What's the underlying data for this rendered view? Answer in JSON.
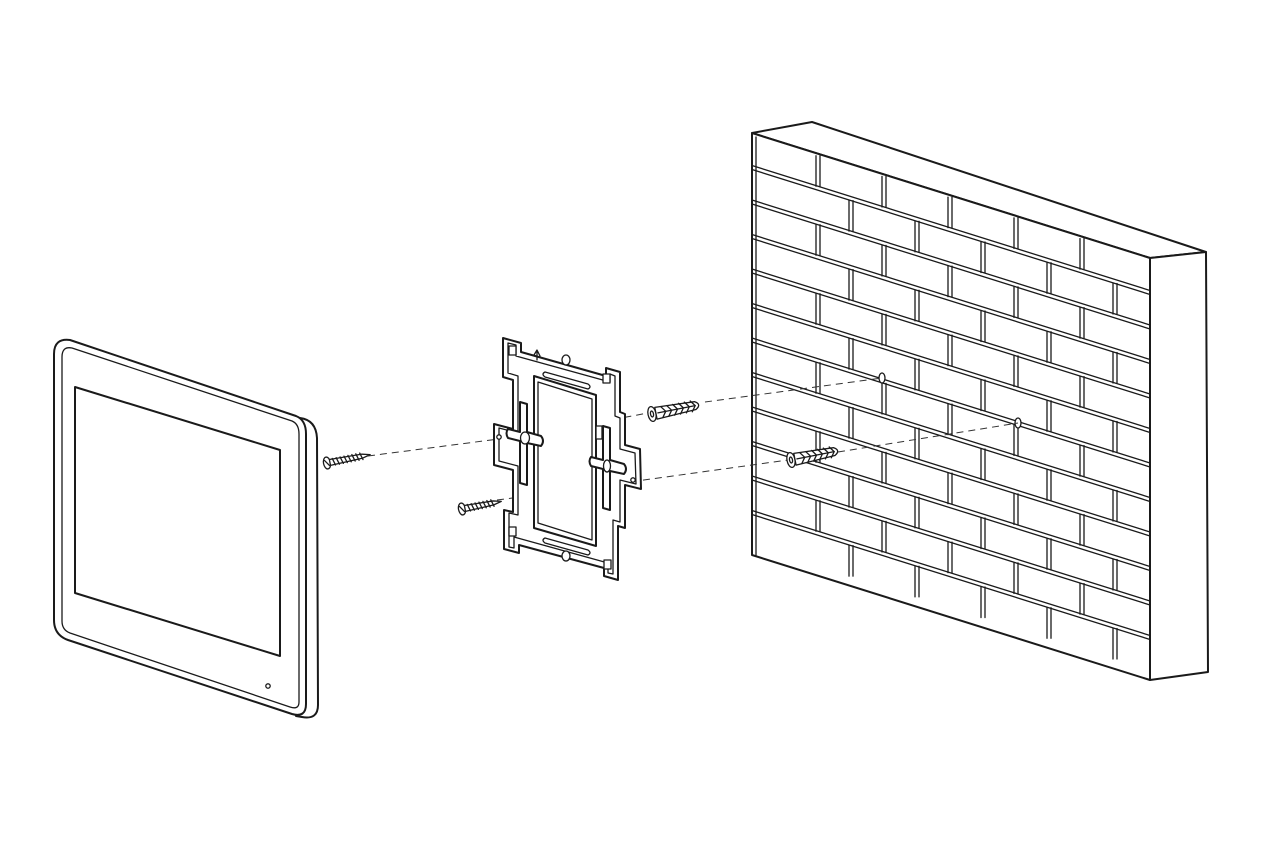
{
  "diagram": {
    "components": [
      {
        "id": "monitor",
        "icon": "indoor-monitor-icon"
      },
      {
        "id": "mounting-bracket",
        "icon": "mounting-bracket-icon"
      },
      {
        "id": "screw",
        "icon": "screw-icon",
        "count": 2
      },
      {
        "id": "wall-anchor",
        "icon": "wall-anchor-icon",
        "count": 2
      },
      {
        "id": "brick-wall",
        "icon": "brick-wall-icon"
      }
    ],
    "colors": {
      "line": "#1a1a1a",
      "background": "#ffffff"
    }
  }
}
